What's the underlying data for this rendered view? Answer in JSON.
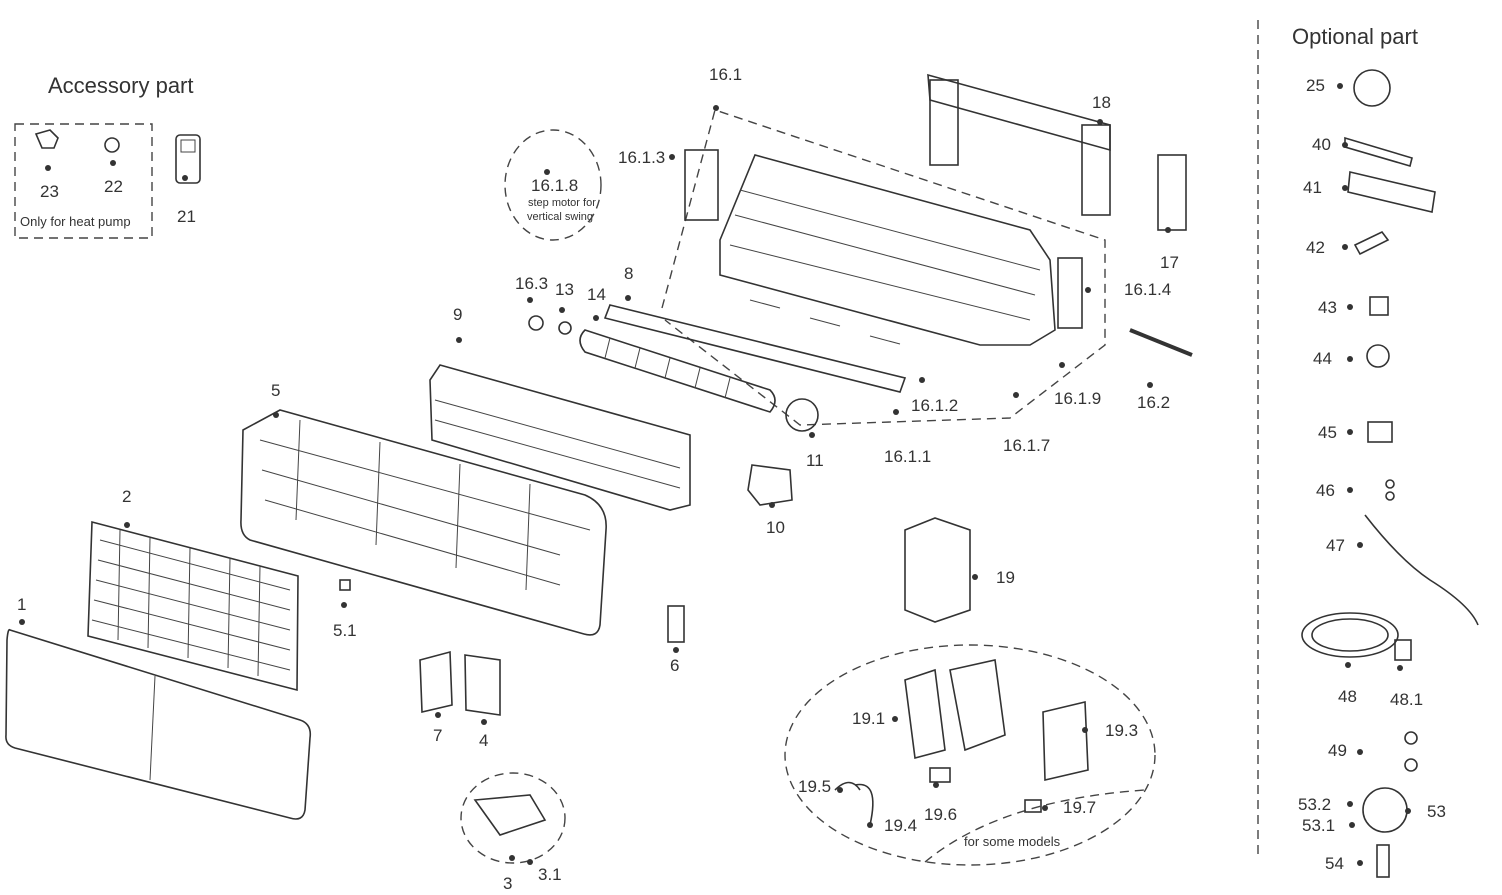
{
  "titles": {
    "accessory": "Accessory part",
    "optional": "Optional part"
  },
  "notes": {
    "heat_pump": "Only for heat pump",
    "step_motor_1": "step motor for",
    "step_motor_2": "vertical swing",
    "some_models": "for some models"
  },
  "part_labels": [
    "23",
    "22",
    "21",
    "16.1",
    "16.1.3",
    "16.1.8",
    "18",
    "17",
    "16.1.4",
    "16.2",
    "16.1.9",
    "16.1.7",
    "16.1.2",
    "16.1.1",
    "16.3",
    "13",
    "14",
    "8",
    "9",
    "5",
    "11",
    "10",
    "2",
    "1",
    "5.1",
    "6",
    "7",
    "4",
    "3",
    "3.1",
    "19",
    "19.1",
    "19.3",
    "19.5",
    "19.4",
    "19.6",
    "19.7",
    "25",
    "40",
    "41",
    "42",
    "43",
    "44",
    "45",
    "46",
    "47",
    "48",
    "48.1",
    "49",
    "53.2",
    "53.1",
    "53",
    "54"
  ]
}
